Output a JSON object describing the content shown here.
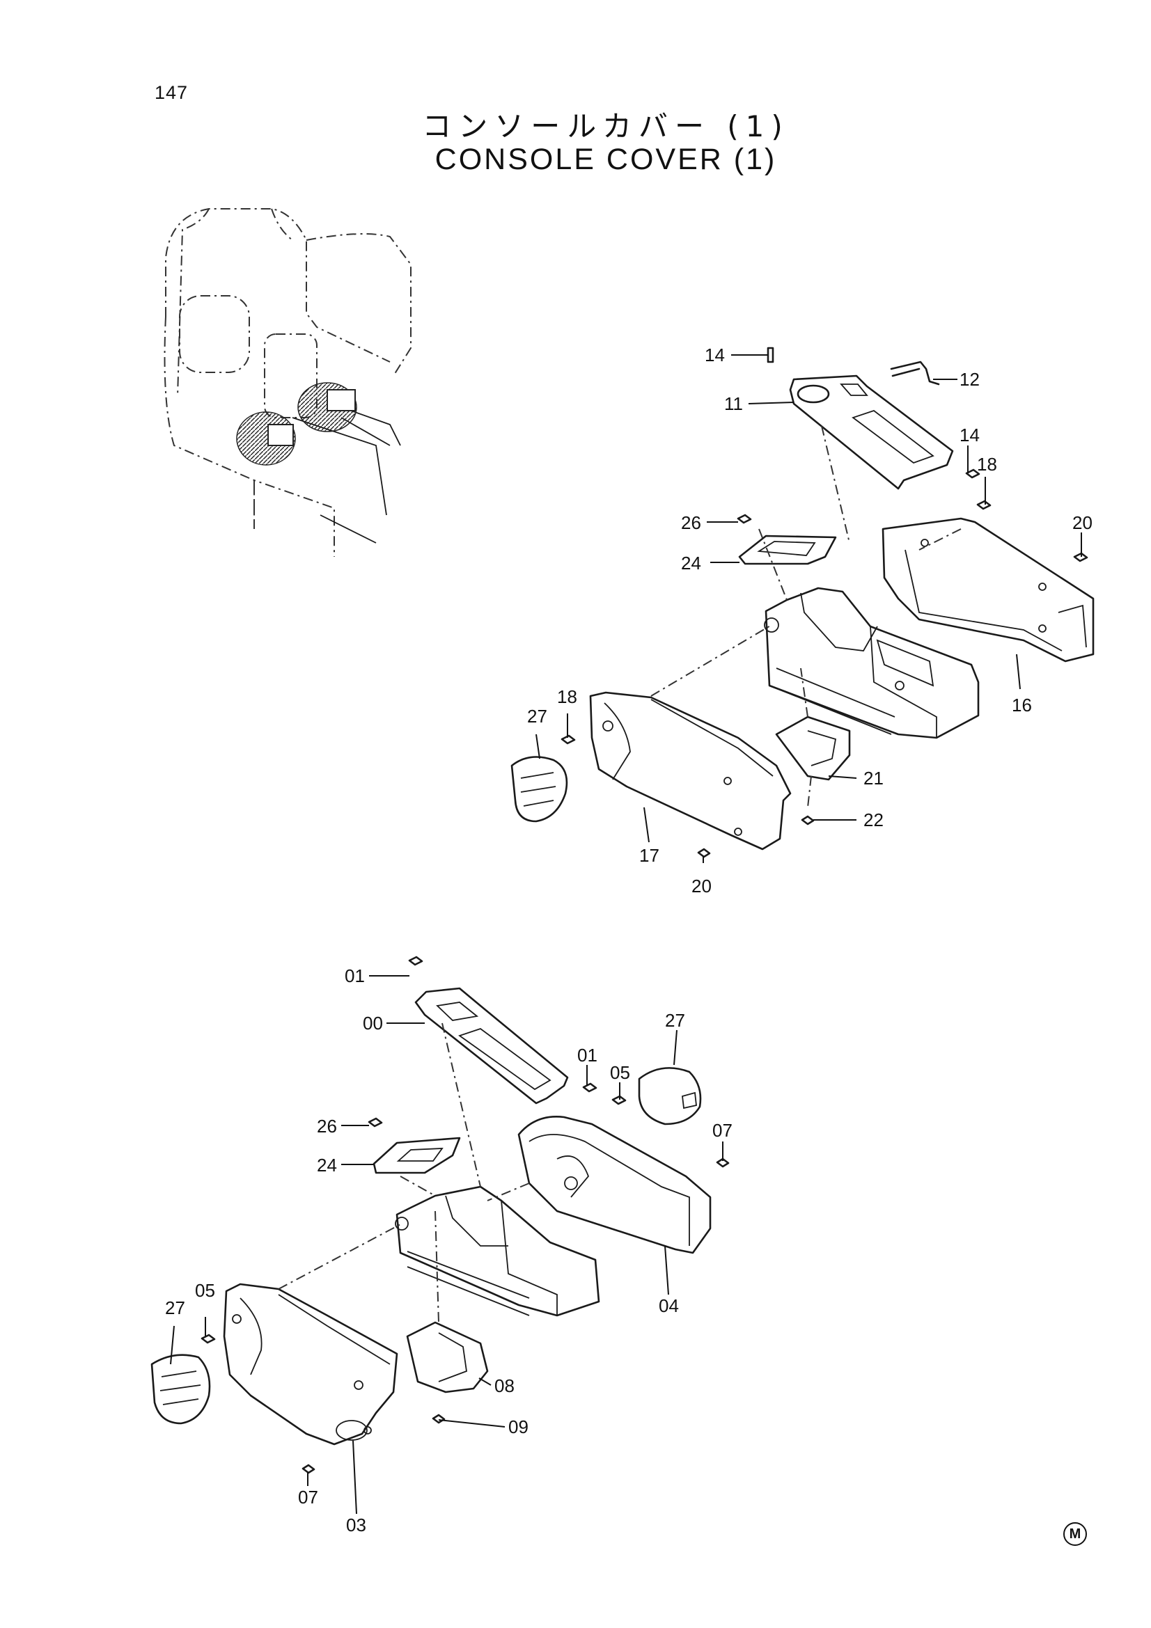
{
  "page": {
    "number": "147",
    "title_ja": "コンソールカバー (1)",
    "title_en": "CONSOLE COVER (1)",
    "corner_mark": "M"
  },
  "upper_assembly": {
    "callouts": [
      "14",
      "12",
      "11",
      "14",
      "18",
      "26",
      "20",
      "24",
      "16",
      "18",
      "27",
      "21",
      "22",
      "17",
      "20"
    ]
  },
  "lower_assembly": {
    "callouts": [
      "01",
      "00",
      "27",
      "01",
      "05",
      "26",
      "07",
      "24",
      "04",
      "27",
      "05",
      "08",
      "09",
      "07",
      "03"
    ]
  }
}
